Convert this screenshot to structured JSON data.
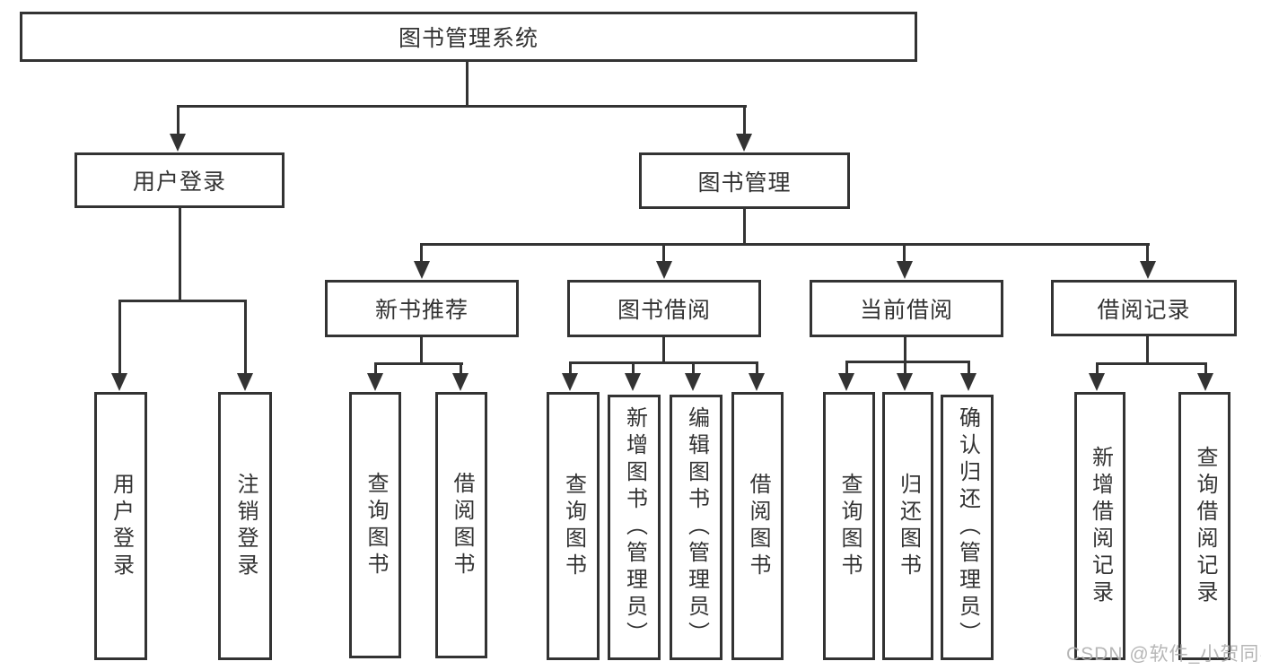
{
  "colors": {
    "background": "#ffffff",
    "line": "#333333",
    "text": "#333333",
    "watermark": "#b0b0b0"
  },
  "watermark": "CSDN @软件_小贺同学",
  "tree": {
    "root": "图书管理系统",
    "branches": [
      {
        "label": "用户登录",
        "children": [
          {
            "label": "用户登录"
          },
          {
            "label": "注销登录"
          }
        ]
      },
      {
        "label": "图书管理",
        "children": [
          {
            "label": "新书推荐",
            "children": [
              {
                "label": "查询图书"
              },
              {
                "label": "借阅图书"
              }
            ]
          },
          {
            "label": "图书借阅",
            "children": [
              {
                "label": "查询图书"
              },
              {
                "label": "新增图书（管理员）"
              },
              {
                "label": "编辑图书（管理员）"
              },
              {
                "label": "借阅图书"
              }
            ]
          },
          {
            "label": "当前借阅",
            "children": [
              {
                "label": "查询图书"
              },
              {
                "label": "归还图书"
              },
              {
                "label": "确认归还（管理员）"
              }
            ]
          },
          {
            "label": "借阅记录",
            "children": [
              {
                "label": "新增借阅记录"
              },
              {
                "label": "查询借阅记录"
              }
            ]
          }
        ]
      }
    ]
  }
}
